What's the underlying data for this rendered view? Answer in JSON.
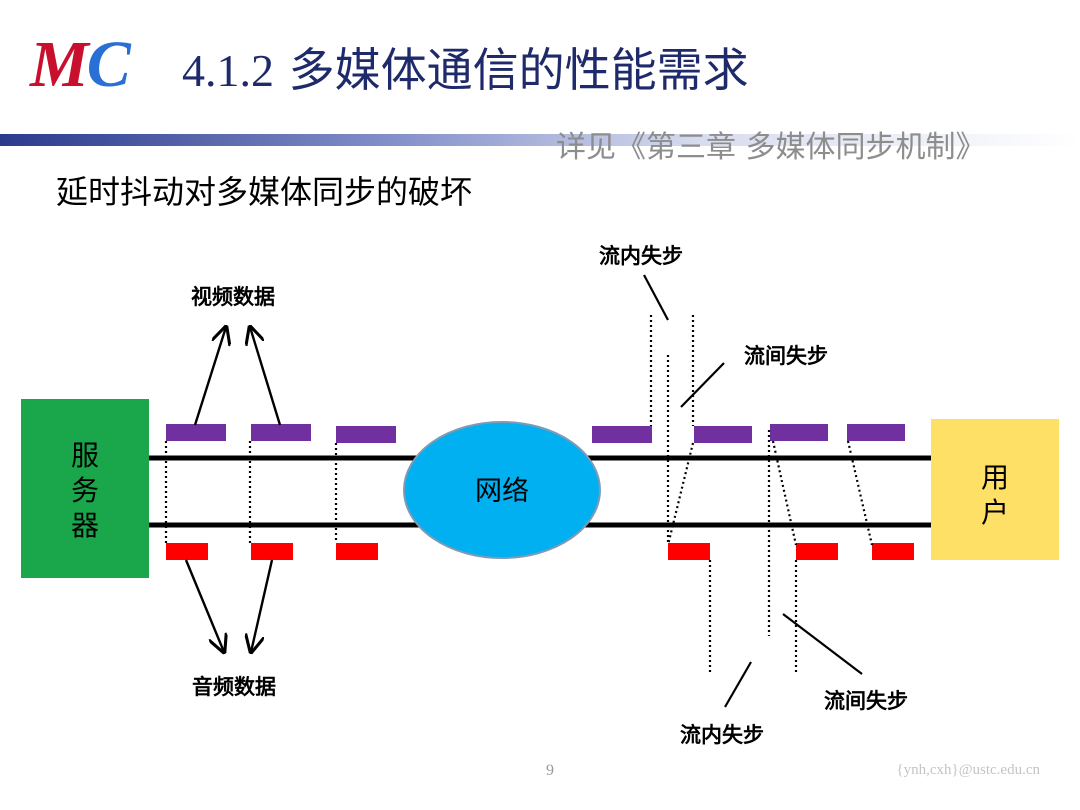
{
  "header": {
    "logo_m": "M",
    "logo_c": "C",
    "title_number": "4.1.2",
    "title_text": "多媒体通信的性能需求",
    "reference": "详见《第三章 多媒体同步机制》"
  },
  "subtitle": "延时抖动对多媒体同步的破坏",
  "diagram": {
    "server": [
      "服",
      "务",
      "器"
    ],
    "network": "网络",
    "user": [
      "用",
      "户"
    ],
    "video_label": "视频数据",
    "audio_label": "音频数据",
    "intra_top": "流内失步",
    "inter_top": "流间失步",
    "intra_bottom": "流内失步",
    "inter_bottom": "流间失步",
    "colors": {
      "server": "#1aa64a",
      "network": "#00b0f0",
      "user": "#ffe066",
      "video": "#7030a0",
      "audio": "#ff0000"
    }
  },
  "footer": {
    "page": "9",
    "email": "{ynh,cxh}@ustc.edu.cn"
  }
}
